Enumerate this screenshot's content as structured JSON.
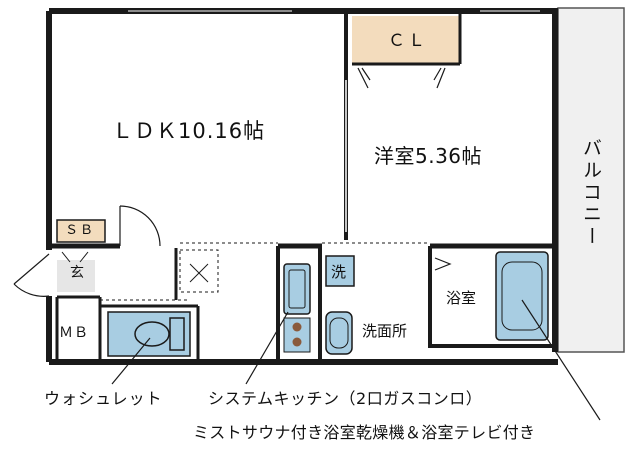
{
  "rooms": {
    "ldk": "ＬＤＫ10.16帖",
    "yoshitsu": "洋室5.36帖",
    "closet": "ＣＬ",
    "balcony": "バルコニー",
    "shoe_box": "ＳＢ",
    "genkan": "玄",
    "meter_box": "ＭＢ",
    "washer": "洗",
    "bathroom": "浴室",
    "washroom": "洗面所"
  },
  "annotations": {
    "washlet": "ウォシュレット",
    "kitchen": "システムキッチン（2口ガスコンロ）",
    "sauna": "ミストサウナ付き浴室乾燥機＆浴室テレビ付き"
  },
  "colors": {
    "wall": "#1a1a1a",
    "closet_fill": "#f3dcbd",
    "fixture_fill": "#a8cde2",
    "balcony_fill": "#f0f0f0",
    "genkan_fill": "#e6e6e6",
    "burner_fill": "#8a5a3c"
  }
}
